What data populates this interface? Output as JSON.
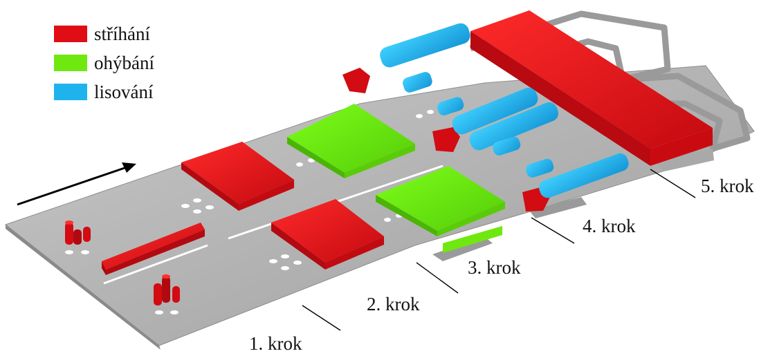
{
  "legend": [
    {
      "label": "stříhání",
      "color": "#e00d14"
    },
    {
      "label": "ohýbání",
      "color": "#6fe80f"
    },
    {
      "label": "lisování",
      "color": "#1fb3ee"
    }
  ],
  "steps": [
    {
      "label": "1. krok"
    },
    {
      "label": "2. krok"
    },
    {
      "label": "3. krok"
    },
    {
      "label": "4. krok"
    },
    {
      "label": "5. krok"
    }
  ],
  "colors": {
    "strip": "#b9b9b9",
    "strip_shadow": "#8d8d8d",
    "arrow": "#000000",
    "leader_line": "#000000"
  }
}
